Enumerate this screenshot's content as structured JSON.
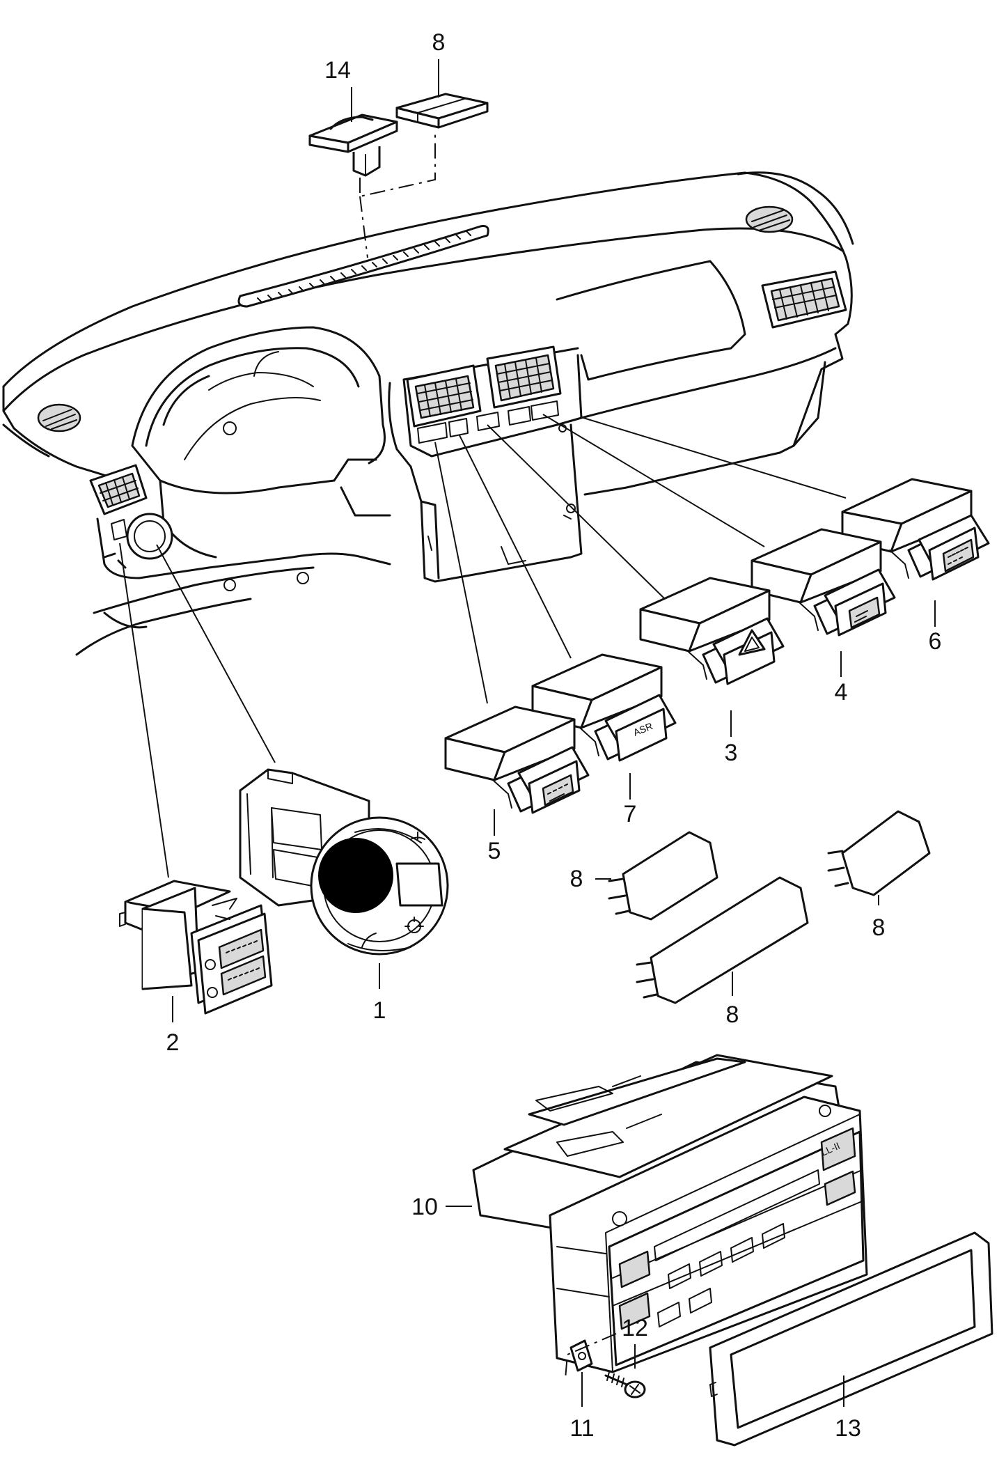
{
  "callouts": [
    {
      "id": "c14",
      "label": "14"
    },
    {
      "id": "c8a",
      "label": "8"
    },
    {
      "id": "c6",
      "label": "6"
    },
    {
      "id": "c4",
      "label": "4"
    },
    {
      "id": "c3",
      "label": "3"
    },
    {
      "id": "c7",
      "label": "7"
    },
    {
      "id": "c5",
      "label": "5"
    },
    {
      "id": "c8b",
      "label": "8"
    },
    {
      "id": "c8c",
      "label": "8"
    },
    {
      "id": "c8d",
      "label": "8"
    },
    {
      "id": "c1",
      "label": "1"
    },
    {
      "id": "c2",
      "label": "2"
    },
    {
      "id": "c10",
      "label": "10"
    },
    {
      "id": "c12",
      "label": "12"
    },
    {
      "id": "c13",
      "label": "13"
    },
    {
      "id": "c11",
      "label": "11"
    }
  ],
  "switch_text": {
    "asr": "ASR",
    "climate_display": "LL-II"
  },
  "colors": {
    "line": "#111111",
    "background": "#ffffff",
    "redaction_dot": "#000000"
  }
}
